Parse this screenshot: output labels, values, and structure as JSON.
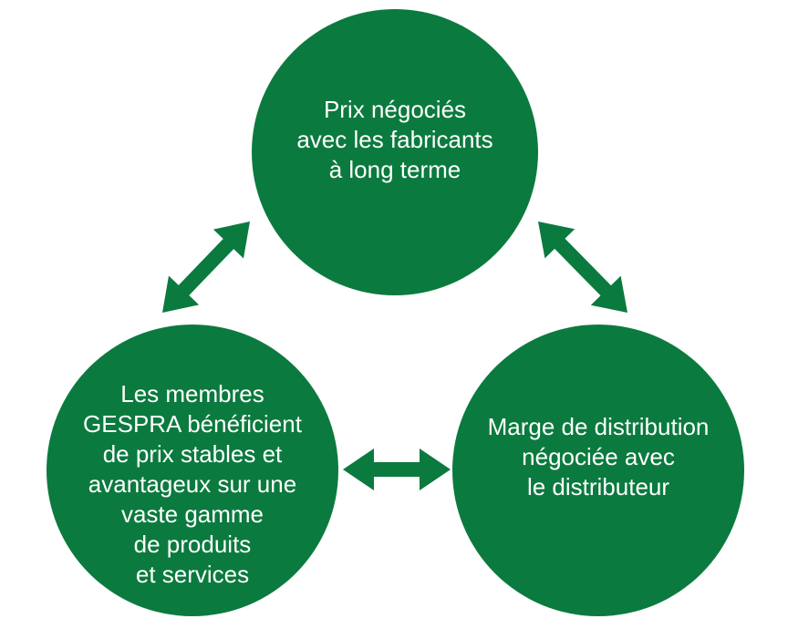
{
  "colors": {
    "circle_fill": "#0b7a3e",
    "arrow_fill": "#0b7a3e",
    "text": "#ffffff"
  },
  "nodes": {
    "top": {
      "lines": [
        "Prix négociés",
        "avec les fabricants",
        "à long terme"
      ]
    },
    "left": {
      "lines": [
        "Les membres",
        "GESPRA bénéficient",
        "de prix stables et",
        "avantageux sur une",
        "vaste gamme",
        "de produits",
        "et services"
      ]
    },
    "right": {
      "lines": [
        "Marge de distribution",
        "négociée avec",
        "le distributeur"
      ]
    }
  },
  "edges": [
    {
      "from": "top",
      "to": "left",
      "type": "double-arrow"
    },
    {
      "from": "top",
      "to": "right",
      "type": "double-arrow"
    },
    {
      "from": "left",
      "to": "right",
      "type": "double-arrow"
    }
  ]
}
